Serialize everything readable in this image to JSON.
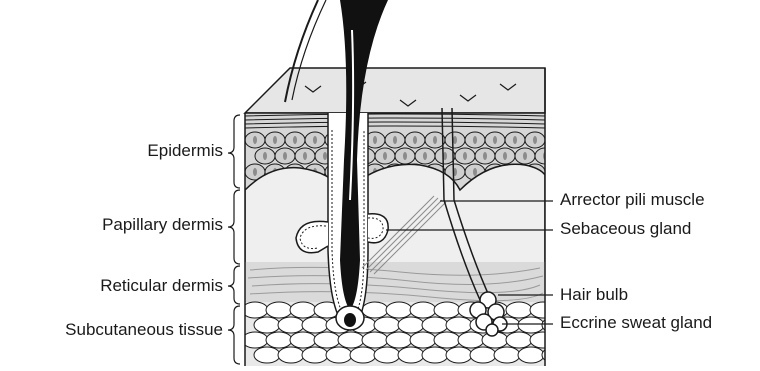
{
  "layers": [
    {
      "id": "epidermis",
      "label": "Epidermis"
    },
    {
      "id": "papillary",
      "label": "Papillary dermis"
    },
    {
      "id": "reticular",
      "label": "Reticular dermis"
    },
    {
      "id": "subcutaneous",
      "label": "Subcutaneous tissue"
    }
  ],
  "structures": [
    {
      "id": "arrector",
      "label": "Arrector pili muscle"
    },
    {
      "id": "sebaceous",
      "label": "Sebaceous gland"
    },
    {
      "id": "hairbulb",
      "label": "Hair bulb"
    },
    {
      "id": "eccrine",
      "label": "Eccrine sweat gland"
    }
  ],
  "colors": {
    "line": "#1a1a1a",
    "epidermis_cell": "#cfcfcf",
    "dermis_light": "#efefef",
    "dermis_mid": "#d9d9d9",
    "fat": "#ffffff",
    "hair": "#111111"
  }
}
